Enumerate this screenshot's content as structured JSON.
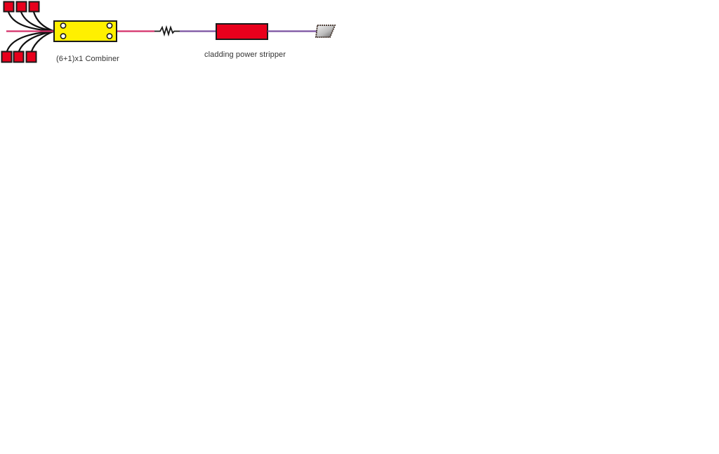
{
  "diagram": {
    "title": "",
    "colors": {
      "background": "#ffffff",
      "pump_diode_fill": "#e8001c",
      "pump_diode_border": "#1a1a1a",
      "pump_fiber": "#111111",
      "signal_fiber": "#d4306a",
      "output_fiber": "#7b52a0",
      "combiner_fill": "#fff000",
      "combiner_border": "#1a1a1a",
      "stripper_fill": "#e8001c",
      "stripper_border": "#1a1a1a",
      "endcap_fill_light": "#ececec",
      "endcap_fill_dark": "#6e6e6e",
      "endcap_border": "#3a2a22",
      "label_text": "#333333"
    },
    "components": [
      {
        "id": "pump-diodes-top",
        "type": "pump-laser-diode-array",
        "count": 3
      },
      {
        "id": "pump-diodes-bottom",
        "type": "pump-laser-diode-array",
        "count": 3
      },
      {
        "id": "signal-fiber-input",
        "type": "signal-fiber"
      },
      {
        "id": "combiner",
        "type": "combiner",
        "label": "(6+1)x1 Combiner"
      },
      {
        "id": "fiber-splice",
        "type": "splice-zigzag"
      },
      {
        "id": "cladding-power-stripper",
        "type": "stripper",
        "label": "cladding power stripper"
      },
      {
        "id": "output-endcap",
        "type": "endcap"
      }
    ],
    "labels": {
      "combiner": "(6+1)x1 Combiner",
      "stripper": "cladding power stripper"
    },
    "connections": [
      {
        "from": "pump-diodes-top",
        "to": "combiner",
        "fiber": "pump"
      },
      {
        "from": "pump-diodes-bottom",
        "to": "combiner",
        "fiber": "pump"
      },
      {
        "from": "signal-fiber-input",
        "to": "combiner",
        "fiber": "signal"
      },
      {
        "from": "combiner",
        "to": "fiber-splice",
        "fiber": "signal"
      },
      {
        "from": "fiber-splice",
        "to": "cladding-power-stripper",
        "fiber": "output"
      },
      {
        "from": "cladding-power-stripper",
        "to": "output-endcap",
        "fiber": "output"
      }
    ]
  }
}
